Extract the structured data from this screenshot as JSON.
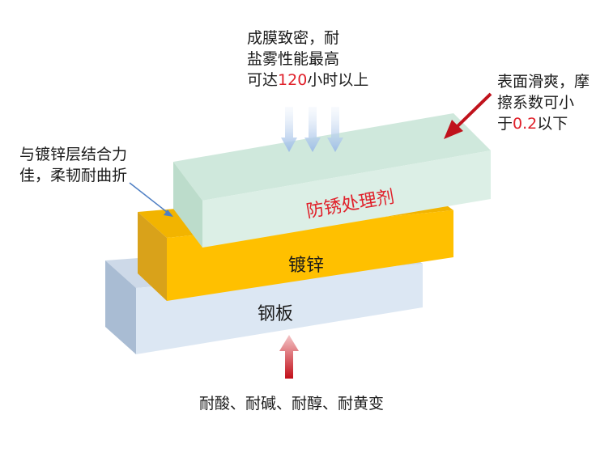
{
  "labels": {
    "top": {
      "line1": "成膜致密，耐",
      "line2": "盐雾性能最高",
      "line3_pre": "可达",
      "line3_num": "120",
      "line3_post": "小时以上"
    },
    "right": {
      "line1": "表面滑爽，摩",
      "line2": "擦系数可小",
      "line3_pre": "于",
      "line3_num": "0.2",
      "line3_post": "以下"
    },
    "left": {
      "line1": "与镀锌层结合力",
      "line2": "佳，柔韧耐曲折"
    },
    "bottom": "耐酸、耐碱、耐醇、耐黄变"
  },
  "layers": {
    "coating": "防锈处理剂",
    "zinc": "镀锌",
    "steel": "钢板"
  },
  "colors": {
    "coating_front": "#dcefe6",
    "coating_top": "#cfe8dc",
    "coating_side": "#bcdccb",
    "zinc_front": "#ffc000",
    "zinc_top": "#f2b400",
    "zinc_side": "#d9a21a",
    "steel_front": "#dce7f3",
    "steel_top": "#cdd9e8",
    "steel_side": "#a9bcd3",
    "highlight": "#e0202a",
    "arrow_dark_red": "#c0121c",
    "arrow_blue": "#a9c4e6"
  }
}
